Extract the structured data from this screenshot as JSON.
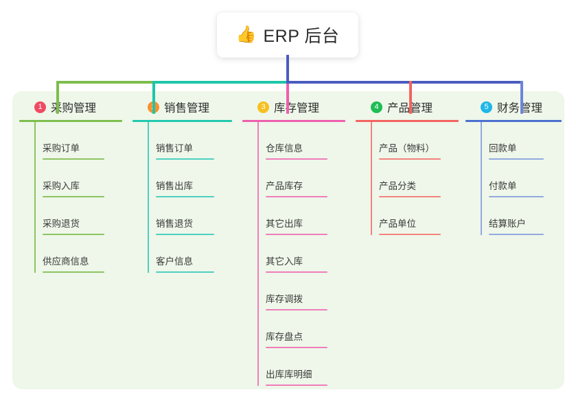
{
  "root": {
    "emoji": "👍",
    "emoji_name": "thumbs-up-emoji",
    "title": "ERP 后台"
  },
  "palette": {
    "panel_bg": "#eef7e9",
    "page_bg": "#ffffff",
    "stem": "#4a5bc0",
    "green": "#7dbe4e",
    "teal": "#1ec5a8",
    "pink": "#ee5fae",
    "salmon": "#f4635f",
    "blue": "#6d85d8",
    "badge1": "#f04a63",
    "badge2": "#f79132",
    "badge3": "#f7c020",
    "badge4": "#1ebd55",
    "badge5": "#1fb6e8",
    "text": "#2f2f2f"
  },
  "columns": [
    {
      "index": "1",
      "badge_color": "#f04a63",
      "rule_color": "#7dbe4e",
      "leaf_color": "#8cc463",
      "title": "采购管理",
      "leaves": [
        "采购订单",
        "采购入库",
        "采购退货",
        "供应商信息"
      ]
    },
    {
      "index": "2",
      "badge_color": "#f79132",
      "rule_color": "#22c8b0",
      "leaf_color": "#4ecfc0",
      "title": "销售管理",
      "leaves": [
        "销售订单",
        "销售出库",
        "销售退货",
        "客户信息"
      ]
    },
    {
      "index": "3",
      "badge_color": "#f7c020",
      "rule_color": "#ee5fae",
      "leaf_color": "#f07cbc",
      "title": "库存管理",
      "leaves": [
        "仓库信息",
        "产品库存",
        "其它出库",
        "其它入库",
        "库存调拨",
        "库存盘点",
        "出库库明细"
      ]
    },
    {
      "index": "4",
      "badge_color": "#1ebd55",
      "rule_color": "#f4635f",
      "leaf_color": "#f4827e",
      "title": "产品管理",
      "leaves": [
        "产品（物料）",
        "产品分类",
        "产品单位"
      ]
    },
    {
      "index": "5",
      "badge_color": "#1fb6e8",
      "rule_color": "#4a6fd0",
      "leaf_color": "#92a8e0",
      "title": "财务管理",
      "leaves": [
        "回款单",
        "付款单",
        "结算账户"
      ]
    }
  ]
}
